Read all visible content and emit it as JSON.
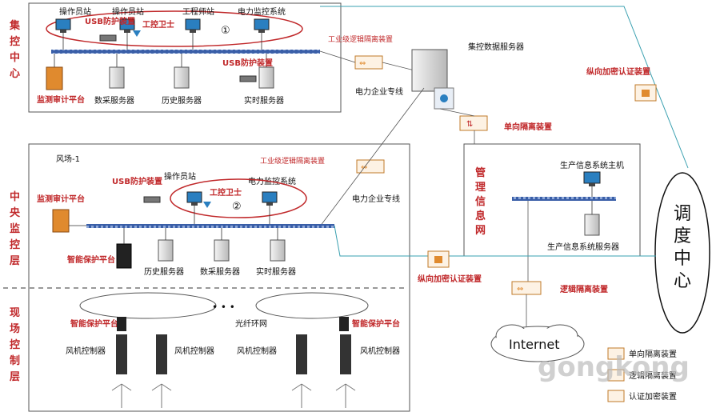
{
  "top": {
    "title": "集控中心",
    "stations": [
      "操作员站",
      "操作员站",
      "工程师站",
      "电力监控系统"
    ],
    "usb_label_a": "USB防护装置",
    "usb_label_b": "USB防护装置",
    "guard": "工控卫士",
    "marker": "①",
    "audit": "监测审计平台",
    "servers": [
      "数采服务器",
      "历史服务器",
      "实时服务器"
    ]
  },
  "links": {
    "industrial_iso_top": "工业级逻辑隔离装置",
    "industrial_iso_mid": "工业级逻辑隔离装置",
    "power_net_top": "电力企业专线",
    "power_net_mid": "电力企业专线",
    "oneway": "单向隔离装置",
    "vert_enc_top": "纵向加密认证装置",
    "vert_enc_mid": "纵向加密认证装置",
    "logic_iso": "逻辑隔离装置",
    "internet": "Internet"
  },
  "collect_server": "集控数据服务器",
  "mgmt": {
    "title": "管理信息网",
    "host": "生产信息系统主机",
    "server": "生产信息系统服务器"
  },
  "mid": {
    "title": "中央监控层",
    "farm": "风场-1",
    "audit": "监测审计平台",
    "usb": "USB防护装置",
    "station": "操作员站",
    "power_sys": "电力监控系统",
    "guard": "工控卫士",
    "marker": "②",
    "protect": "智能保护平台",
    "servers": [
      "历史服务器",
      "数采服务器",
      "实时服务器"
    ]
  },
  "field": {
    "title": "现场控制层",
    "ring": "光纤环网",
    "dots": "• • •",
    "protect_a": "智能保护平台",
    "protect_b": "智能保护平台",
    "controllers": [
      "风机控制器",
      "风机控制器",
      "风机控制器",
      "风机控制器"
    ]
  },
  "dispatch": "调度中心",
  "legend": [
    "单向隔离装置",
    "逻辑隔离装置",
    "认证加密装置"
  ],
  "watermark": "gongkong",
  "colors": {
    "accent_red": "#c0282a",
    "bus_blue": "#3a5fa8",
    "link_teal": "#3aa0b0",
    "device_orange": "#e08a2e"
  }
}
